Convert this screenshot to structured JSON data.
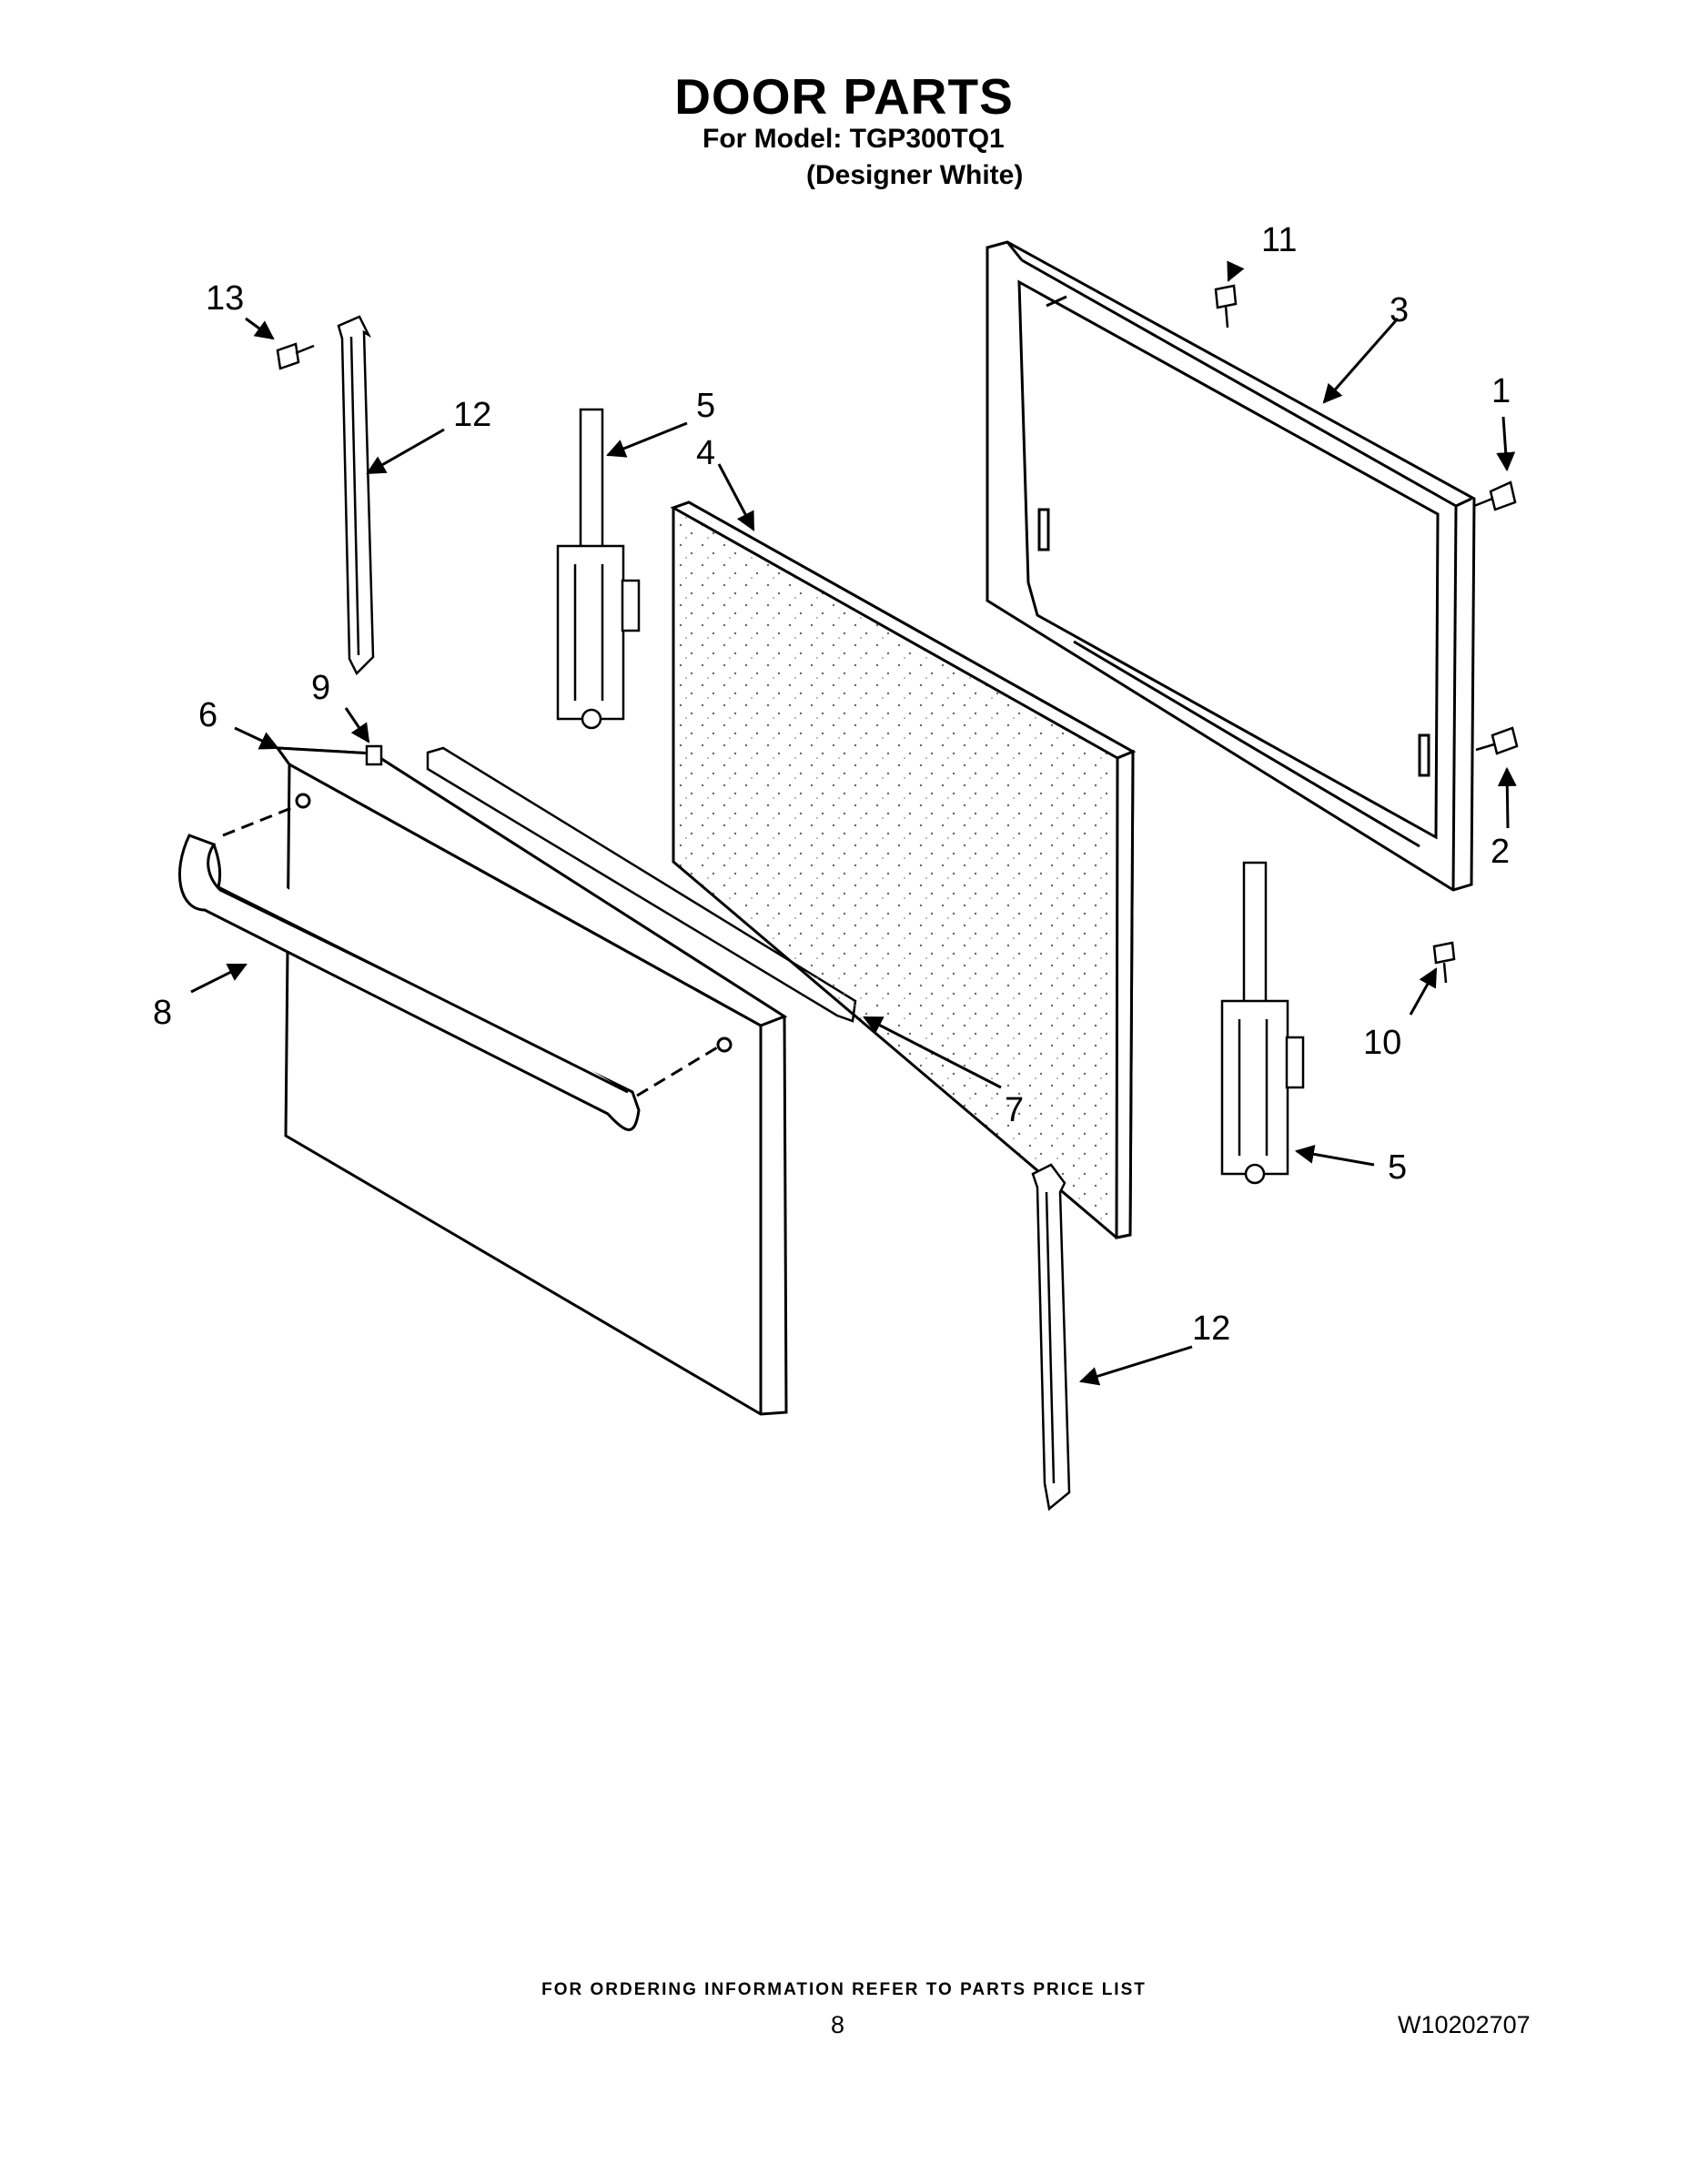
{
  "header": {
    "title": "DOOR PARTS",
    "model_line": "For Model: TGP300TQ1",
    "color_line": "(Designer White)"
  },
  "callouts": [
    "1",
    "2",
    "3",
    "4",
    "5",
    "5",
    "6",
    "7",
    "8",
    "9",
    "10",
    "11",
    "12",
    "12",
    "13"
  ],
  "footer": {
    "ordering_note": "FOR ORDERING INFORMATION REFER TO PARTS PRICE LIST",
    "page_number": "8",
    "document_number": "W10202707"
  }
}
